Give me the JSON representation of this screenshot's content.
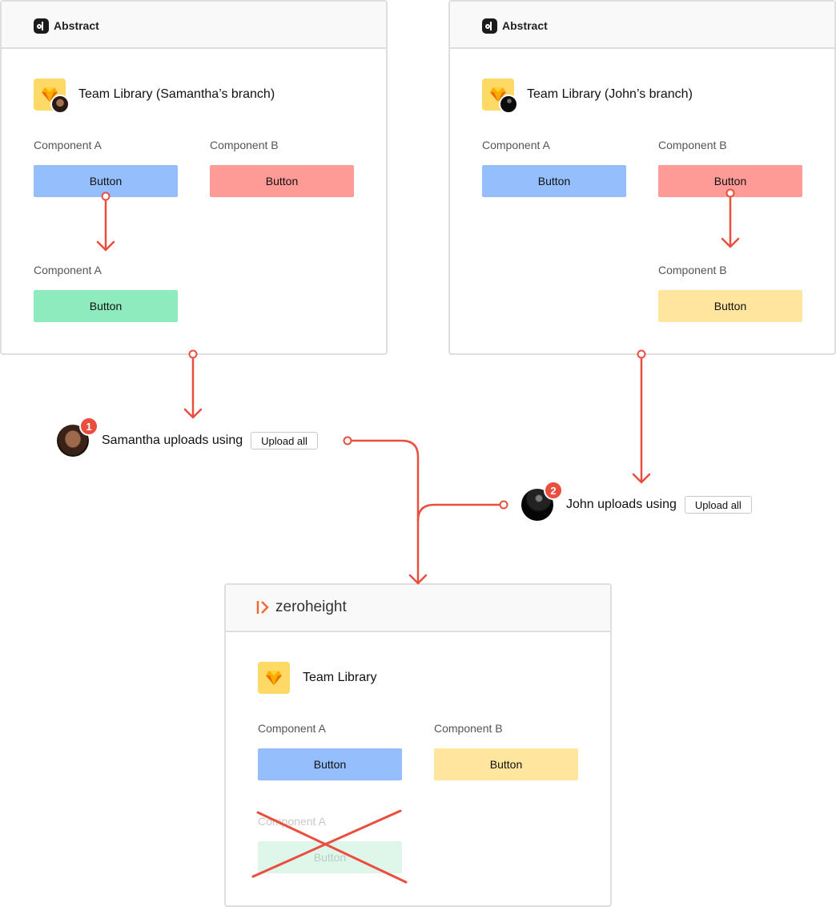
{
  "left_panel": {
    "brand": "Abstract",
    "library_title": "Team Library (Samantha’s branch)",
    "top_left_label": "Component A",
    "top_left_button": "Button",
    "top_right_label": "Component B",
    "top_right_button": "Button",
    "bottom_label": "Component A",
    "bottom_button": "Button"
  },
  "right_panel": {
    "brand": "Abstract",
    "library_title": "Team Library (John’s branch)",
    "top_left_label": "Component A",
    "top_left_button": "Button",
    "top_right_label": "Component B",
    "top_right_button": "Button",
    "bottom_label": "Component B",
    "bottom_button": "Button"
  },
  "steps": [
    {
      "number": "1",
      "text": "Samantha uploads using",
      "button": "Upload all",
      "avatar": "samantha-avatar"
    },
    {
      "number": "2",
      "text": "John uploads using",
      "button": "Upload all",
      "avatar": "john-avatar"
    }
  ],
  "result_panel": {
    "brand": "zeroheight",
    "library_title": "Team Library",
    "top_left_label": "Component A",
    "top_left_button": "Button",
    "top_right_label": "Component B",
    "top_right_button": "Button",
    "removed_label": "Component A",
    "removed_button": "Button"
  },
  "colors": {
    "arrow": "#e94e3f",
    "blue": "#94bffc",
    "red": "#fe9b97",
    "green": "#8eebbe",
    "yellow": "#ffe59e",
    "sketch": "#ffd966",
    "zeroheight_orange": "#f06a3a"
  },
  "icons": [
    "abstract-logo-icon",
    "sketch-diamond-icon",
    "zeroheight-logo-icon",
    "cross-out-icon"
  ]
}
